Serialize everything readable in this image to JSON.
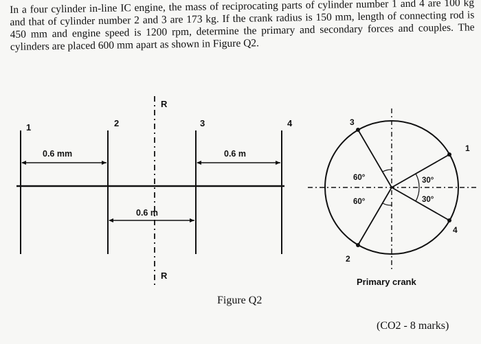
{
  "question": {
    "text": "In a four cylinder in-line IC engine, the mass of reciprocating parts of cylinder number 1 and 4 are 100 kg and that of cylinder number 2 and 3 are 173 kg. If the crank radius is 150 mm, length of connecting rod is 450 mm and engine speed is 1200 rpm, determine the primary and secondary forces and couples. The cylinders are placed 600 mm apart as shown in Figure Q2."
  },
  "figure": {
    "caption": "Figure Q2",
    "marks": "(CO2 - 8 marks)",
    "cylinder_layout": {
      "cylinder_labels": [
        "1",
        "2",
        "3",
        "4"
      ],
      "reference_plane_label_top": "R",
      "reference_plane_label_bottom": "R",
      "dim_1_2": "0.6 mm",
      "dim_2_3": "0.6 m",
      "dim_3_4": "0.6 m"
    },
    "primary_crank": {
      "title": "Primary crank",
      "crank_labels": [
        "1",
        "2",
        "3",
        "4"
      ],
      "angle_3": "60°",
      "angle_2": "60°",
      "angle_1": "30°",
      "angle_4": "30°"
    }
  }
}
